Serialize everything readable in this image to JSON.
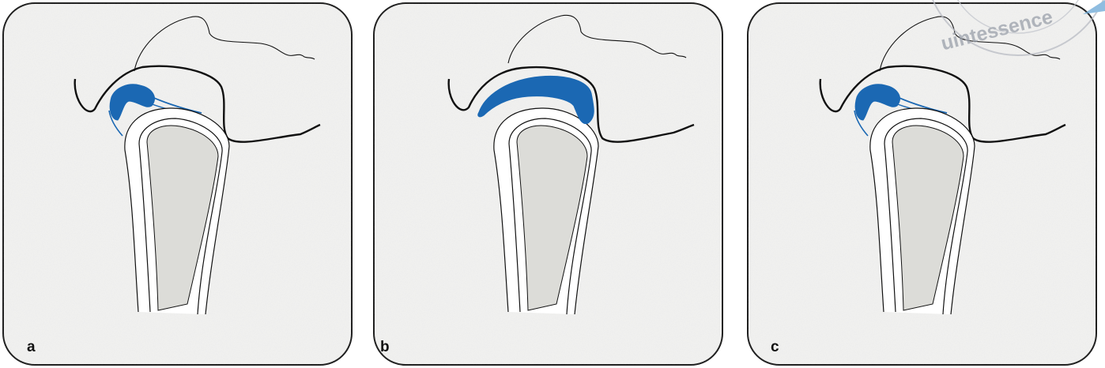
{
  "figure": {
    "panels": [
      {
        "label": "a",
        "disc": "anterior-small"
      },
      {
        "label": "b",
        "disc": "superior-elongated"
      },
      {
        "label": "c",
        "disc": "anterior-small"
      }
    ]
  },
  "colors": {
    "disc": "#1b68b3",
    "outline": "#111111",
    "panel_fill": "#f3f3f2",
    "panel_border": "#1a1a1a",
    "bone": "#dcdcd8",
    "watermark": "#6aa8d6"
  },
  "watermark": {
    "text": "uintessence",
    "icon": "quintessence-publishing-stamp"
  }
}
